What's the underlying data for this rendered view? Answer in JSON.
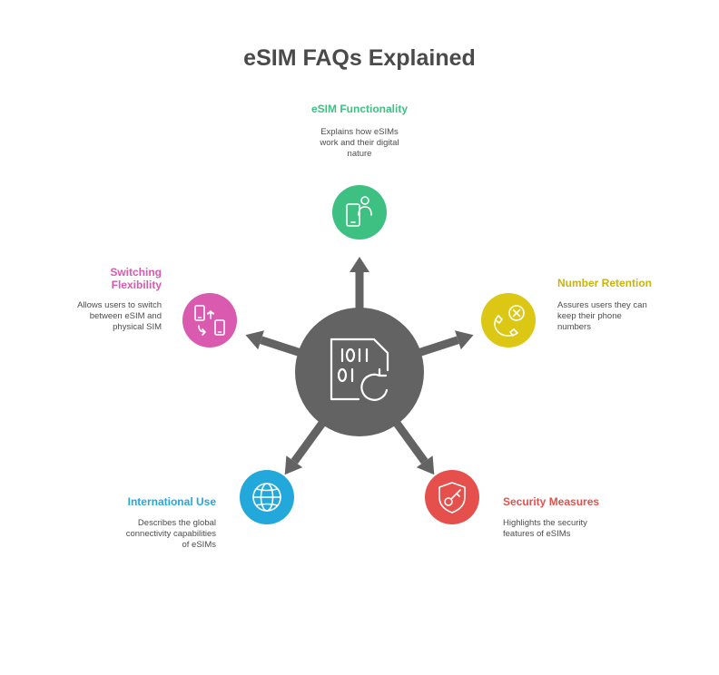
{
  "title": "eSIM FAQs Explained",
  "colors": {
    "hub": "#636363",
    "functionality": "#3fc083",
    "retention": "#dcc714",
    "security": "#e5504c",
    "international": "#23a8db",
    "switching": "#d95aaf"
  },
  "nodes": [
    {
      "id": "functionality",
      "title": "eSIM Functionality",
      "description": "Explains how eSIMs work and their digital nature",
      "icon": "phone-person-icon"
    },
    {
      "id": "retention",
      "title": "Number Retention",
      "description": "Assures users they can keep their phone numbers",
      "icon": "phone-cancel-icon"
    },
    {
      "id": "security",
      "title": "Security Measures",
      "description": "Highlights the security features of eSIMs",
      "icon": "shield-key-icon"
    },
    {
      "id": "international",
      "title": "International Use",
      "description": "Describes the global connectivity capabilities of eSIMs",
      "icon": "globe-icon"
    },
    {
      "id": "switching",
      "title": "Switching Flexibility",
      "description": "Allows users to switch between eSIM and physical SIM",
      "icon": "device-switch-icon"
    }
  ],
  "hub": {
    "icon": "sim-card-refresh-icon"
  }
}
